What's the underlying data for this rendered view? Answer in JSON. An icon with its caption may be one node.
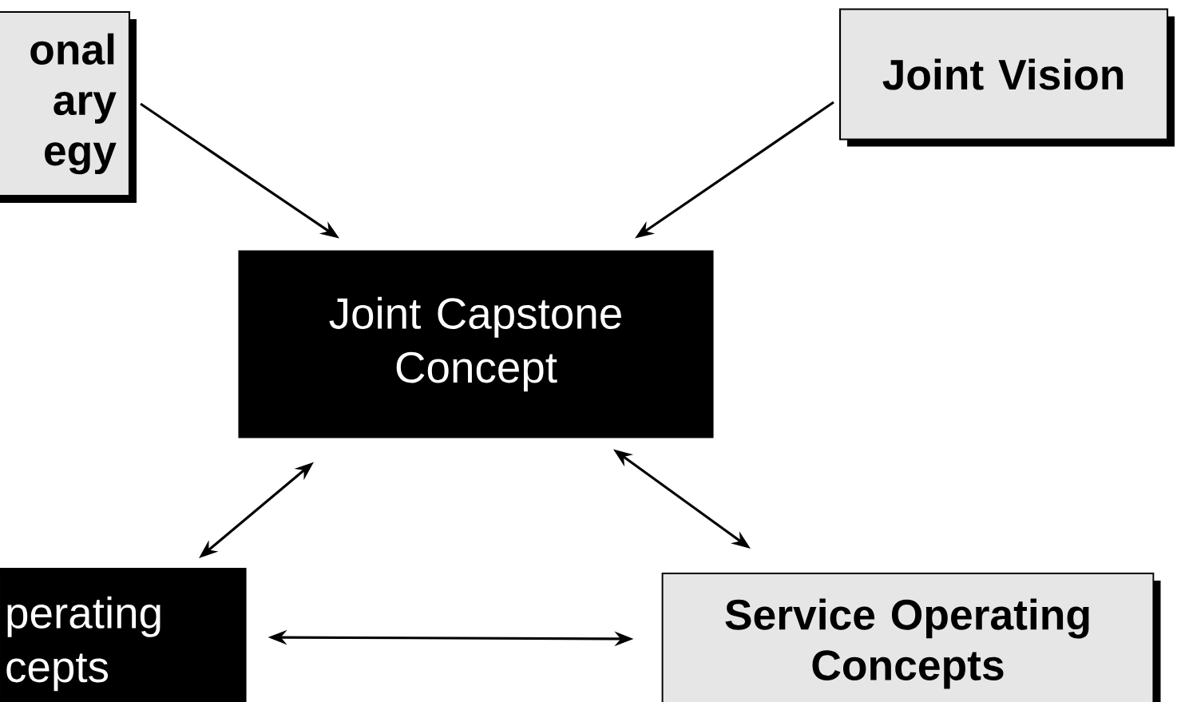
{
  "diagram": {
    "nodes": [
      {
        "text": [
          "onal ary egy"
        ]
      },
      {
        "text": [
          "Joint Vision"
        ]
      },
      {
        "text": [
          "Joint Capstone Concept"
        ]
      },
      {
        "text": [
          "perating cepts"
        ]
      },
      {
        "text": [
          "Service Operating Concepts"
        ]
      }
    ],
    "edges": [
      {
        "from": 0,
        "to": 2,
        "arrow": "to"
      },
      {
        "from": 1,
        "to": 2,
        "arrow": "to"
      },
      {
        "from": 2,
        "to": 3,
        "arrow": "both"
      },
      {
        "from": 2,
        "to": 4,
        "arrow": "both"
      },
      {
        "from": 3,
        "to": 4,
        "arrow": "both"
      }
    ]
  }
}
